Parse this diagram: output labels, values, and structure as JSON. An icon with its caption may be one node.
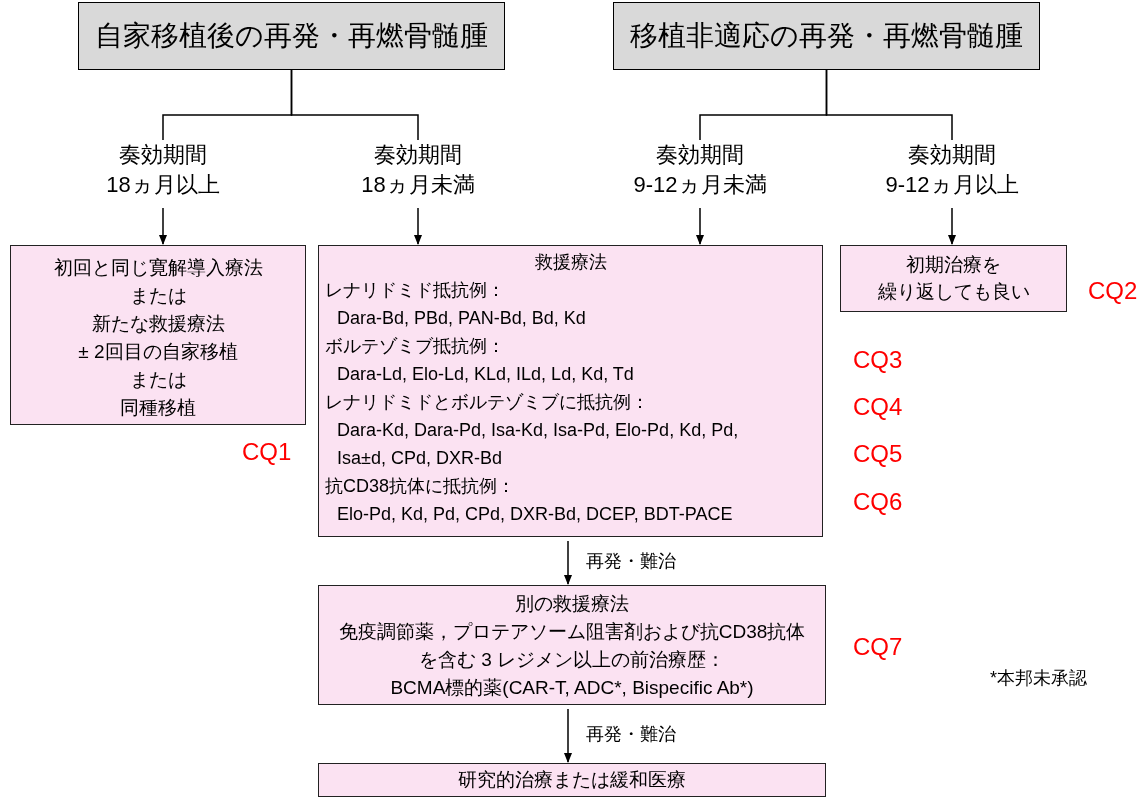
{
  "diagram": {
    "nodes": [
      {
        "text": [
          "自家移植後の再発・再燃骨髄腫"
        ]
      },
      {
        "text": [
          "移植非適応の再発・再燃骨髄腫"
        ]
      },
      {
        "text": [
          "奏効期間",
          "18ヵ月以上"
        ]
      },
      {
        "text": [
          "奏効期間",
          "18ヵ月未満"
        ]
      },
      {
        "text": [
          "奏効期間",
          "9-12ヵ月未満"
        ]
      },
      {
        "text": [
          "奏効期間",
          "9-12ヵ月以上"
        ]
      },
      {
        "text": [
          "初回と同じ寛解導入療法",
          "または",
          "新たな救援療法",
          "± 2回目の自家移植",
          "または",
          "同種移植"
        ]
      },
      {
        "text": [
          "救援療法",
          "レナリドミド抵抗例：",
          "Dara-Bd, PBd, PAN-Bd, Bd, Kd",
          "ボルテゾミブ抵抗例：",
          "Dara-Ld, Elo-Ld, KLd, ILd, Ld, Kd, Td",
          "レナリドミドとボルテゾミブに抵抗例：",
          "Dara-Kd, Dara-Pd, Isa-Kd, Isa-Pd, Elo-Pd, Kd, Pd, Isa±d, CPd, DXR-Bd",
          "抗CD38抗体に抵抗例：",
          "Elo-Pd, Kd, Pd, CPd, DXR-Bd, DCEP, BDT-PACE"
        ]
      },
      {
        "text": [
          "初期治療を",
          "繰り返しても良い"
        ]
      },
      {
        "text": [
          "別の救援療法",
          "免疫調節薬，プロテアソーム阻害剤および抗CD38抗体を含む 3 レジメン以上の前治療歴：",
          "BCMA標的薬(CAR-T, ADC*, Bispecific Ab*)"
        ]
      },
      {
        "text": [
          "研究的治療または緩和医療"
        ]
      }
    ],
    "edges": [
      {
        "from": 0,
        "to": 2,
        "arrow": "none"
      },
      {
        "from": 0,
        "to": 3,
        "arrow": "none"
      },
      {
        "from": 1,
        "to": 4,
        "arrow": "none"
      },
      {
        "from": 1,
        "to": 5,
        "arrow": "none"
      },
      {
        "from": 2,
        "to": 6,
        "arrow": "to"
      },
      {
        "from": 3,
        "to": 7,
        "arrow": "to"
      },
      {
        "from": 4,
        "to": 7,
        "arrow": "to"
      },
      {
        "from": 5,
        "to": 8,
        "arrow": "to"
      },
      {
        "from": 7,
        "to": 9,
        "arrow": "to",
        "label": "再発・難治"
      },
      {
        "from": 9,
        "to": 10,
        "arrow": "to",
        "label": "再発・難治"
      }
    ],
    "labels": [
      "CQ2",
      "CQ3",
      "CQ4",
      "CQ1",
      "CQ5",
      "CQ6",
      "CQ7",
      "*本邦未承認"
    ]
  }
}
